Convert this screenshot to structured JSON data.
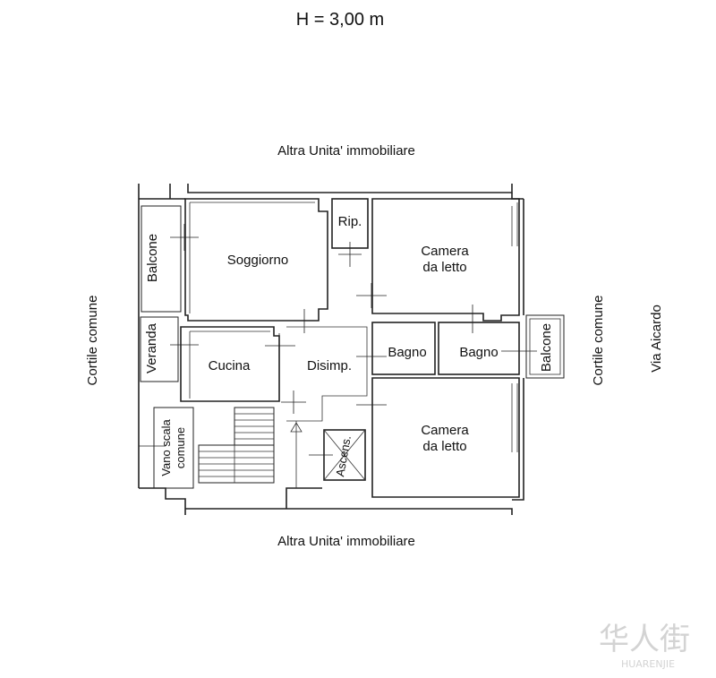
{
  "header": {
    "height_note": "H = 3,00 m"
  },
  "surroundings": {
    "top": "Altra Unita' immobiliare",
    "bottom": "Altra Unita' immobiliare",
    "left": "Cortile comune",
    "right_inner": "Cortile comune",
    "right_street": "Via Aicardo"
  },
  "rooms": {
    "balcone_left": "Balcone",
    "soggiorno": "Soggiorno",
    "ripostiglio": "Rip.",
    "camera1_line1": "Camera",
    "camera1_line2": "da letto",
    "veranda": "Veranda",
    "cucina": "Cucina",
    "disimpegno": "Disimp.",
    "bagno1": "Bagno",
    "bagno2": "Bagno",
    "balcone_right": "Balcone",
    "vano_scala_line1": "Vano scala",
    "vano_scala_line2": "comune",
    "ascensore": "Ascens.",
    "camera2_line1": "Camera",
    "camera2_line2": "da letto"
  },
  "watermark": {
    "chars": "华人街",
    "latin": "HUARENJIE"
  }
}
